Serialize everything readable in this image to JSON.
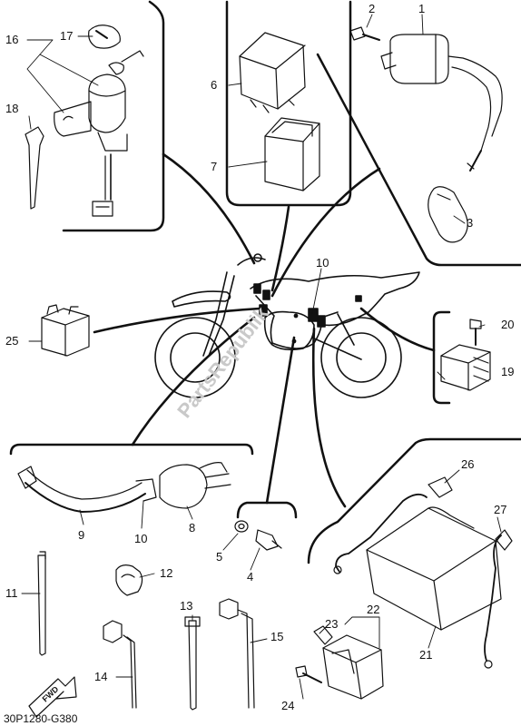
{
  "diagram": {
    "drawing_code": "30P1280-G380",
    "watermark": "PartsRepublik",
    "direction_arrow_label": "FWD",
    "callouts": {
      "p1": "1",
      "p2": "2",
      "p3": "3",
      "p4": "4",
      "p5": "5",
      "p6": "6",
      "p7": "7",
      "p8": "8",
      "p9": "9",
      "p10a": "10",
      "p10b": "10",
      "p11": "11",
      "p12": "12",
      "p13": "13",
      "p14": "14",
      "p15": "15",
      "p16": "16",
      "p17": "17",
      "p18": "18",
      "p19": "19",
      "p20": "20",
      "p21": "21",
      "p22": "22",
      "p23": "23",
      "p24": "24",
      "p25": "25",
      "p26": "26",
      "p27": "27"
    },
    "colors": {
      "line": "#111111",
      "watermark": "#c9c9c9",
      "background": "#ffffff"
    }
  }
}
